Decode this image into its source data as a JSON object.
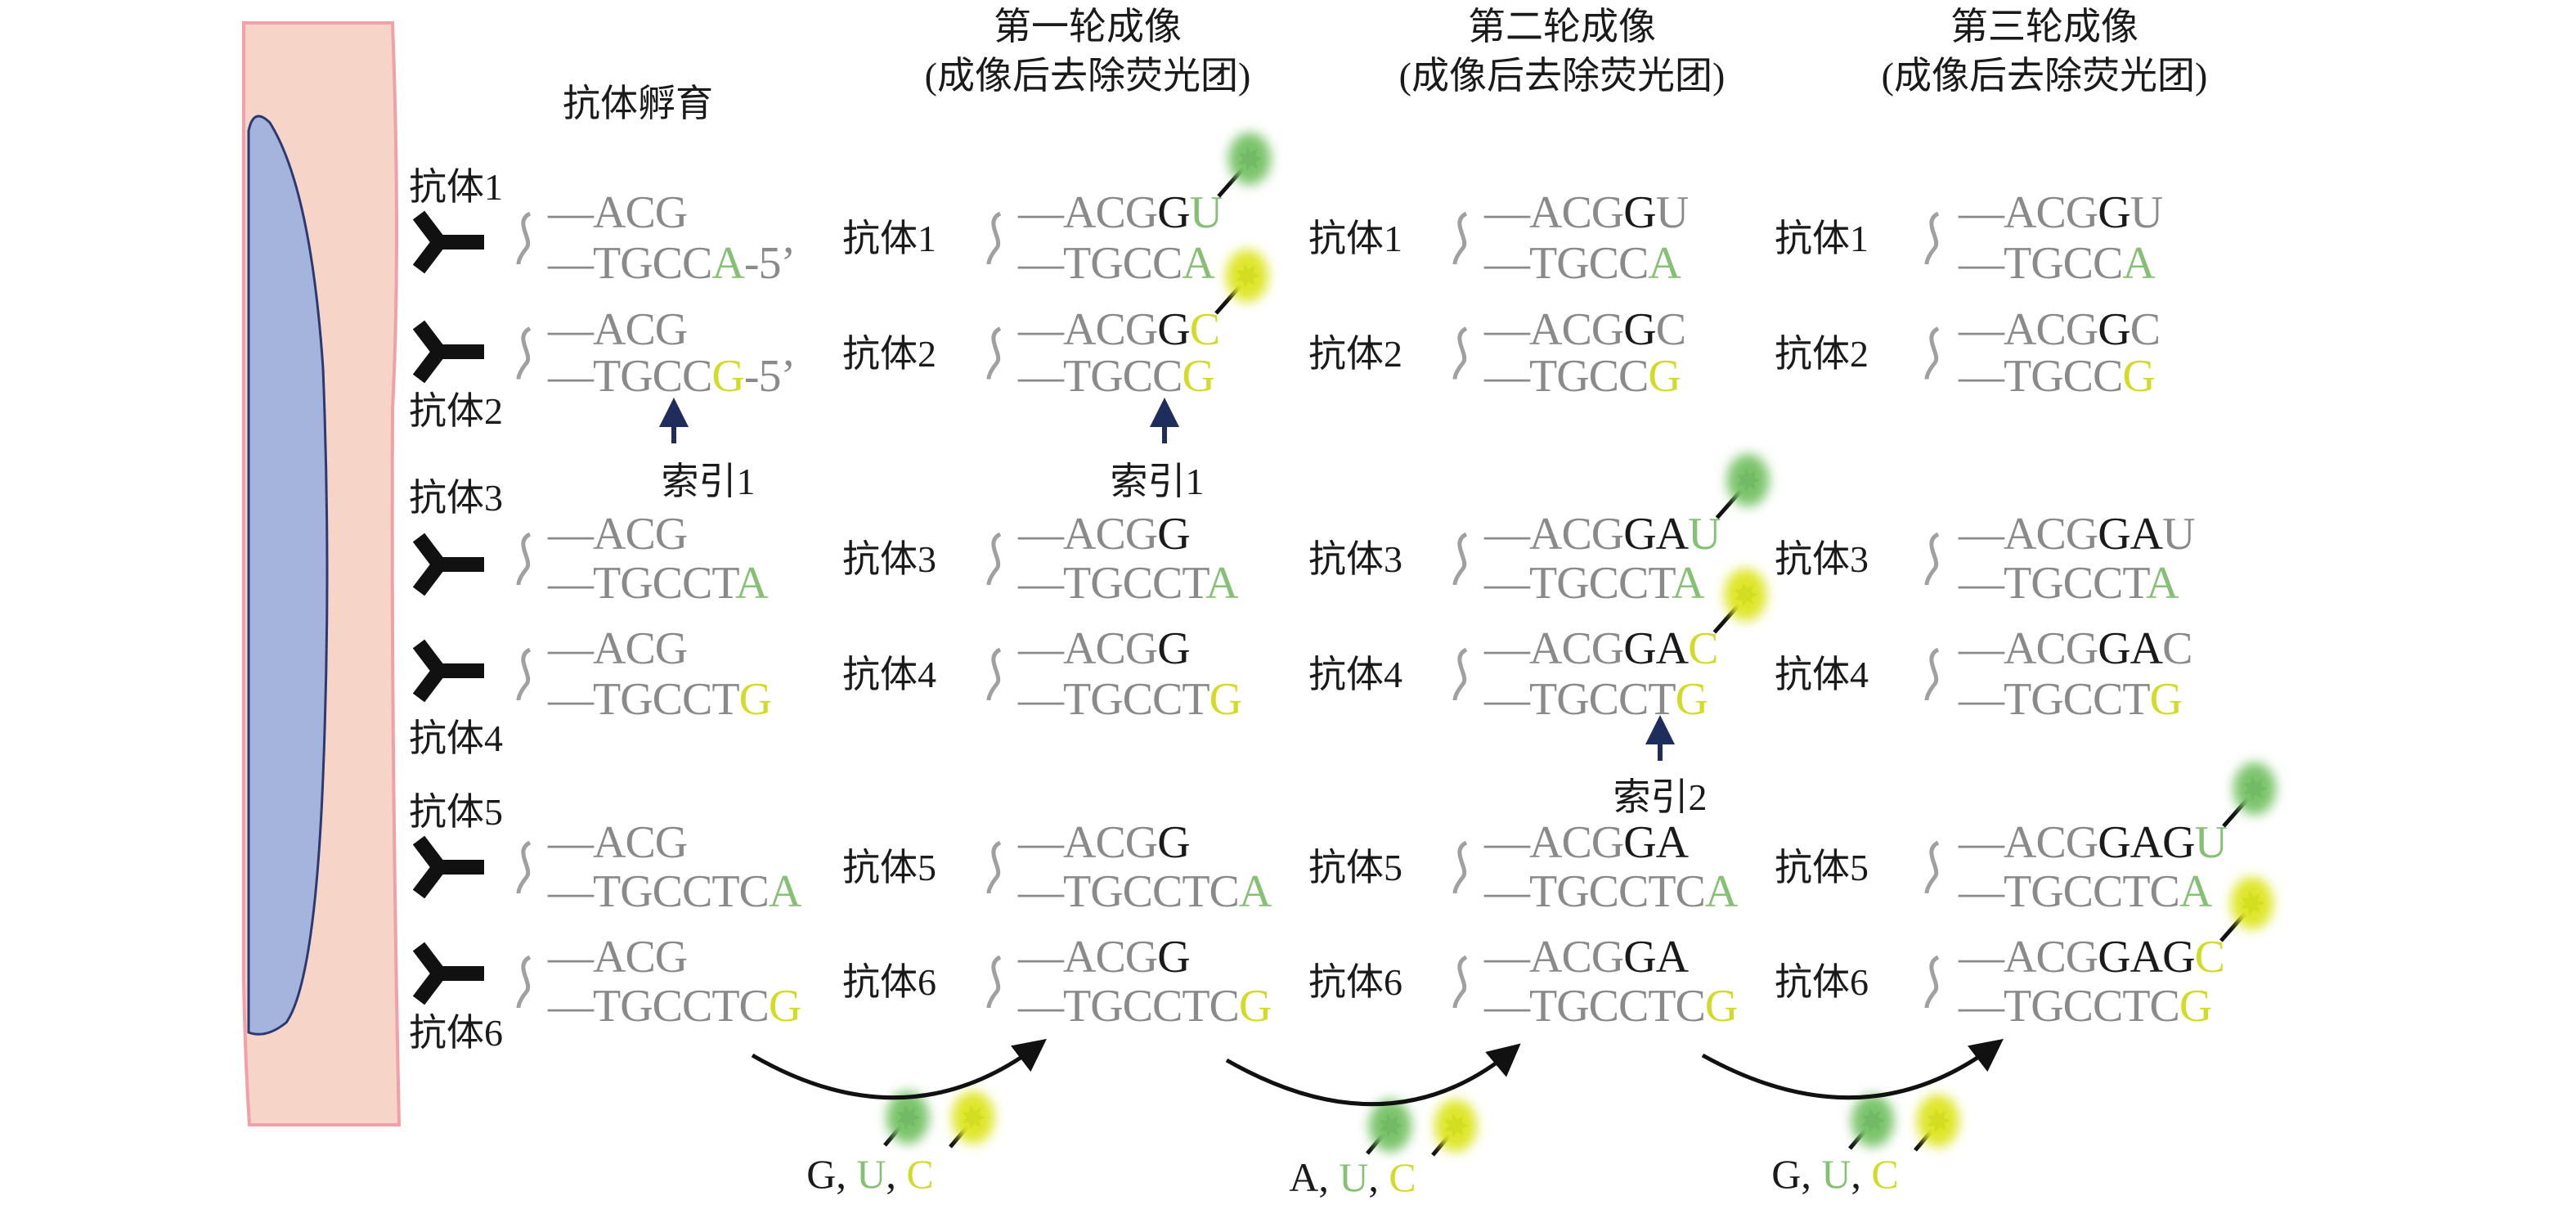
{
  "titles": {
    "incubation": "抗体孵育",
    "round1": {
      "main": "第一轮成像",
      "sub": "(成像后去除荧光团)"
    },
    "round2": {
      "main": "第二轮成像",
      "sub": "(成像后去除荧光团)"
    },
    "round3": {
      "main": "第三轮成像",
      "sub": "(成像后去除荧光团)"
    }
  },
  "antibodies": [
    "抗体1",
    "抗体2",
    "抗体3",
    "抗体4",
    "抗体5",
    "抗体6"
  ],
  "index_labels": [
    "索引1",
    "索引1",
    "索引2"
  ],
  "nucleotide_sets": [
    [
      {
        "t": "G, ",
        "c": "k"
      },
      {
        "t": "U",
        "c": "gr"
      },
      {
        "t": ", ",
        "c": "k"
      },
      {
        "t": "C",
        "c": "y"
      }
    ],
    [
      {
        "t": "A, ",
        "c": "k"
      },
      {
        "t": "U",
        "c": "gr"
      },
      {
        "t": ", ",
        "c": "k"
      },
      {
        "t": "C",
        "c": "y"
      }
    ],
    [
      {
        "t": "G, ",
        "c": "k"
      },
      {
        "t": "U",
        "c": "gr"
      },
      {
        "t": ", ",
        "c": "k"
      },
      {
        "t": "C",
        "c": "y"
      }
    ]
  ],
  "colors": {
    "g": "#8a8a8a",
    "k": "#1a1a1a",
    "gr": "#86c074",
    "y": "#d2dc28",
    "cell": "#f7d4c8",
    "nucleus": "#a4b4dc",
    "arrow": "#1f2d5c"
  },
  "columns": [
    [
      {
        "up": [
          [
            "—ACG",
            "g"
          ]
        ],
        "lo": [
          [
            "—TGCC",
            "g"
          ],
          [
            "A",
            "gr"
          ],
          [
            "-5’",
            "g"
          ]
        ]
      },
      {
        "up": [
          [
            "—ACG",
            "g"
          ]
        ],
        "lo": [
          [
            "—TGCC",
            "g"
          ],
          [
            "G",
            "y"
          ],
          [
            "-5’",
            "g"
          ]
        ]
      },
      {
        "up": [
          [
            "—ACG",
            "g"
          ]
        ],
        "lo": [
          [
            "—TGCCT",
            "g"
          ],
          [
            "A",
            "gr"
          ]
        ]
      },
      {
        "up": [
          [
            "—ACG",
            "g"
          ]
        ],
        "lo": [
          [
            "—TGCCT",
            "g"
          ],
          [
            "G",
            "y"
          ]
        ]
      },
      {
        "up": [
          [
            "—ACG",
            "g"
          ]
        ],
        "lo": [
          [
            "—TGCCTC",
            "g"
          ],
          [
            "A",
            "gr"
          ]
        ]
      },
      {
        "up": [
          [
            "—ACG",
            "g"
          ]
        ],
        "lo": [
          [
            "—TGCCTC",
            "g"
          ],
          [
            "G",
            "y"
          ]
        ]
      }
    ],
    [
      {
        "up": [
          [
            "—ACG",
            "g"
          ],
          [
            "G",
            "k"
          ],
          [
            "U",
            "gr"
          ]
        ],
        "lo": [
          [
            "—TGCC",
            "g"
          ],
          [
            "A",
            "gr"
          ]
        ],
        "fluor": "green"
      },
      {
        "up": [
          [
            "—ACG",
            "g"
          ],
          [
            "G",
            "k"
          ],
          [
            "C",
            "y"
          ]
        ],
        "lo": [
          [
            "—TGCC",
            "g"
          ],
          [
            "G",
            "y"
          ]
        ],
        "fluor": "yellow"
      },
      {
        "up": [
          [
            "—ACG",
            "g"
          ],
          [
            "G",
            "k"
          ]
        ],
        "lo": [
          [
            "—TGCCT",
            "g"
          ],
          [
            "A",
            "gr"
          ]
        ]
      },
      {
        "up": [
          [
            "—ACG",
            "g"
          ],
          [
            "G",
            "k"
          ]
        ],
        "lo": [
          [
            "—TGCCT",
            "g"
          ],
          [
            "G",
            "y"
          ]
        ]
      },
      {
        "up": [
          [
            "—ACG",
            "g"
          ],
          [
            "G",
            "k"
          ]
        ],
        "lo": [
          [
            "—TGCCTC",
            "g"
          ],
          [
            "A",
            "gr"
          ]
        ]
      },
      {
        "up": [
          [
            "—ACG",
            "g"
          ],
          [
            "G",
            "k"
          ]
        ],
        "lo": [
          [
            "—TGCCTC",
            "g"
          ],
          [
            "G",
            "y"
          ]
        ]
      }
    ],
    [
      {
        "up": [
          [
            "—ACG",
            "g"
          ],
          [
            "G",
            "k"
          ],
          [
            "U",
            "g"
          ]
        ],
        "lo": [
          [
            "—TGCC",
            "g"
          ],
          [
            "A",
            "gr"
          ]
        ]
      },
      {
        "up": [
          [
            "—ACG",
            "g"
          ],
          [
            "G",
            "k"
          ],
          [
            "C",
            "g"
          ]
        ],
        "lo": [
          [
            "—TGCC",
            "g"
          ],
          [
            "G",
            "y"
          ]
        ]
      },
      {
        "up": [
          [
            "—ACG",
            "g"
          ],
          [
            "GA",
            "k"
          ],
          [
            "U",
            "gr"
          ]
        ],
        "lo": [
          [
            "—TGCCT",
            "g"
          ],
          [
            "A",
            "gr"
          ]
        ],
        "fluor": "green"
      },
      {
        "up": [
          [
            "—ACG",
            "g"
          ],
          [
            "GA",
            "k"
          ],
          [
            "C",
            "y"
          ]
        ],
        "lo": [
          [
            "—TGCCT",
            "g"
          ],
          [
            "G",
            "y"
          ]
        ],
        "fluor": "yellow"
      },
      {
        "up": [
          [
            "—ACG",
            "g"
          ],
          [
            "GA",
            "k"
          ]
        ],
        "lo": [
          [
            "—TGCCTC",
            "g"
          ],
          [
            "A",
            "gr"
          ]
        ]
      },
      {
        "up": [
          [
            "—ACG",
            "g"
          ],
          [
            "GA",
            "k"
          ]
        ],
        "lo": [
          [
            "—TGCCTC",
            "g"
          ],
          [
            "G",
            "y"
          ]
        ]
      }
    ],
    [
      {
        "up": [
          [
            "—ACG",
            "g"
          ],
          [
            "G",
            "k"
          ],
          [
            "U",
            "g"
          ]
        ],
        "lo": [
          [
            "—TGCC",
            "g"
          ],
          [
            "A",
            "gr"
          ]
        ]
      },
      {
        "up": [
          [
            "—ACG",
            "g"
          ],
          [
            "G",
            "k"
          ],
          [
            "C",
            "g"
          ]
        ],
        "lo": [
          [
            "—TGCC",
            "g"
          ],
          [
            "G",
            "y"
          ]
        ]
      },
      {
        "up": [
          [
            "—ACG",
            "g"
          ],
          [
            "GA",
            "k"
          ],
          [
            "U",
            "g"
          ]
        ],
        "lo": [
          [
            "—TGCCT",
            "g"
          ],
          [
            "A",
            "gr"
          ]
        ]
      },
      {
        "up": [
          [
            "—ACG",
            "g"
          ],
          [
            "GA",
            "k"
          ],
          [
            "C",
            "g"
          ]
        ],
        "lo": [
          [
            "—TGCCT",
            "g"
          ],
          [
            "G",
            "y"
          ]
        ]
      },
      {
        "up": [
          [
            "—ACG",
            "g"
          ],
          [
            "GAG",
            "k"
          ],
          [
            "U",
            "gr"
          ]
        ],
        "lo": [
          [
            "—TGCCTC",
            "g"
          ],
          [
            "A",
            "gr"
          ]
        ],
        "fluor": "green"
      },
      {
        "up": [
          [
            "—ACG",
            "g"
          ],
          [
            "GAG",
            "k"
          ],
          [
            "C",
            "y"
          ]
        ],
        "lo": [
          [
            "—TGCCTC",
            "g"
          ],
          [
            "G",
            "y"
          ]
        ],
        "fluor": "yellow"
      }
    ]
  ]
}
